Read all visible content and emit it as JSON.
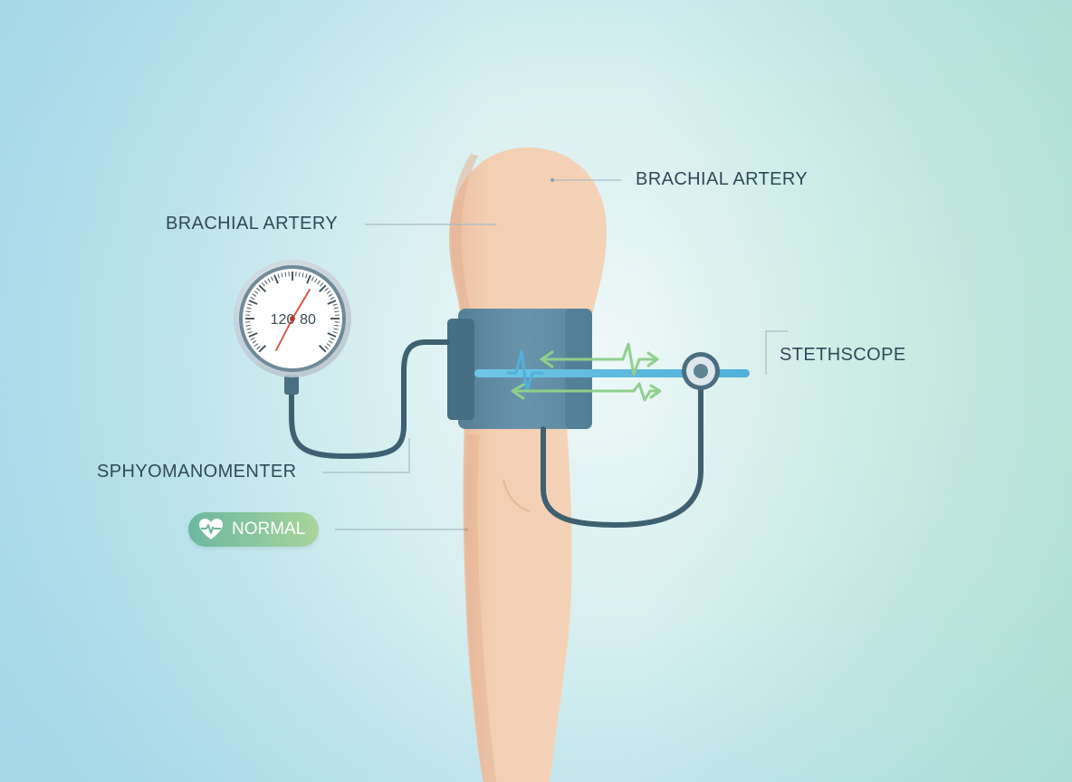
{
  "labels": {
    "brachial_artery_left": "BRACHIAL ARTERY",
    "brachial_artery_right": "BRACHIAL ARTERY",
    "stethoscope": "STETHSCOPE",
    "sphygmomanometer": "SPHYOMANOMENTER"
  },
  "gauge": {
    "systolic": "120",
    "diastolic": "80"
  },
  "status": {
    "label": "NORMAL",
    "icon": "heart-pulse-icon"
  },
  "colors": {
    "skin": "#f2cdb0",
    "cuff": "#5f8ea6",
    "tube": "#3e6070",
    "artery": "#5ab8dc",
    "pulse_arrow": "#8fd08a",
    "status_pill": "#7cc29f",
    "needle": "#d94b3c"
  }
}
